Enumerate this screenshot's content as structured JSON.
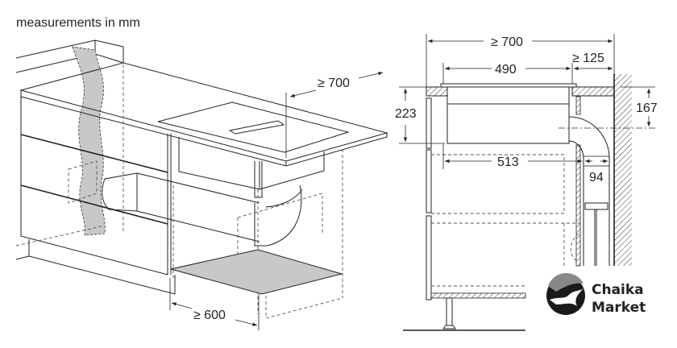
{
  "caption": "measurements in mm",
  "left_view": {
    "depth_label": "≥ 700",
    "cabinet_width_label": "≥ 600"
  },
  "right_view": {
    "overall_depth_label": "≥ 700",
    "hob_depth_label": "490",
    "rear_clearance_label": "≥ 125",
    "hob_height_label": "223",
    "duct_axis_height_label": "167",
    "duct_offset_label": "513",
    "duct_width_label": "94"
  },
  "logo": {
    "line1": "Chaika",
    "line2": "Market"
  }
}
